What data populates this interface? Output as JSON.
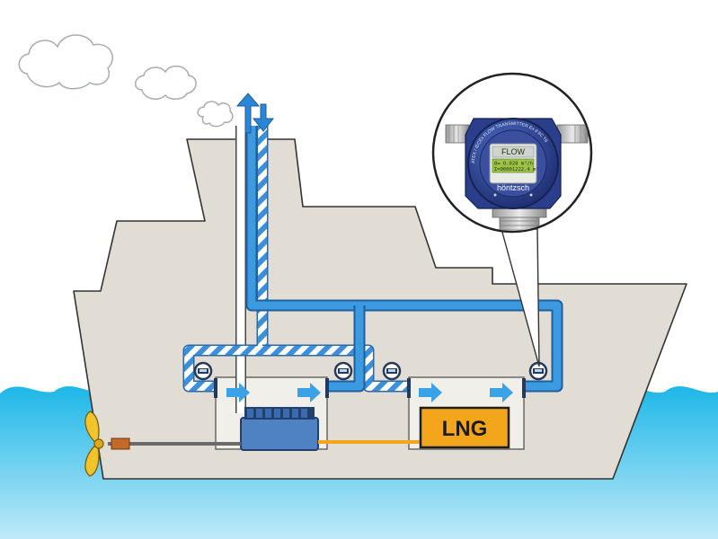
{
  "tank": {
    "label": "LNG"
  },
  "meter": {
    "display_title": "FLOW",
    "display_line1": "0=  0.028  m³/h",
    "display_line2": "Σ=00001222.4  m³",
    "brand": "höntzsch",
    "ring_text": "ATEX / IECEx  FLOW TRANSMITTER  Ex d IIC T6"
  },
  "colors": {
    "sea": "#1db7e8",
    "hull": "#e1ddd4",
    "pipe": "#2a7ccd",
    "flow_arrow": "#3aa2e6",
    "lng_tank": "#f3a51b",
    "propeller": "#f2c42b",
    "meter_housing": "#2a3e8c"
  }
}
